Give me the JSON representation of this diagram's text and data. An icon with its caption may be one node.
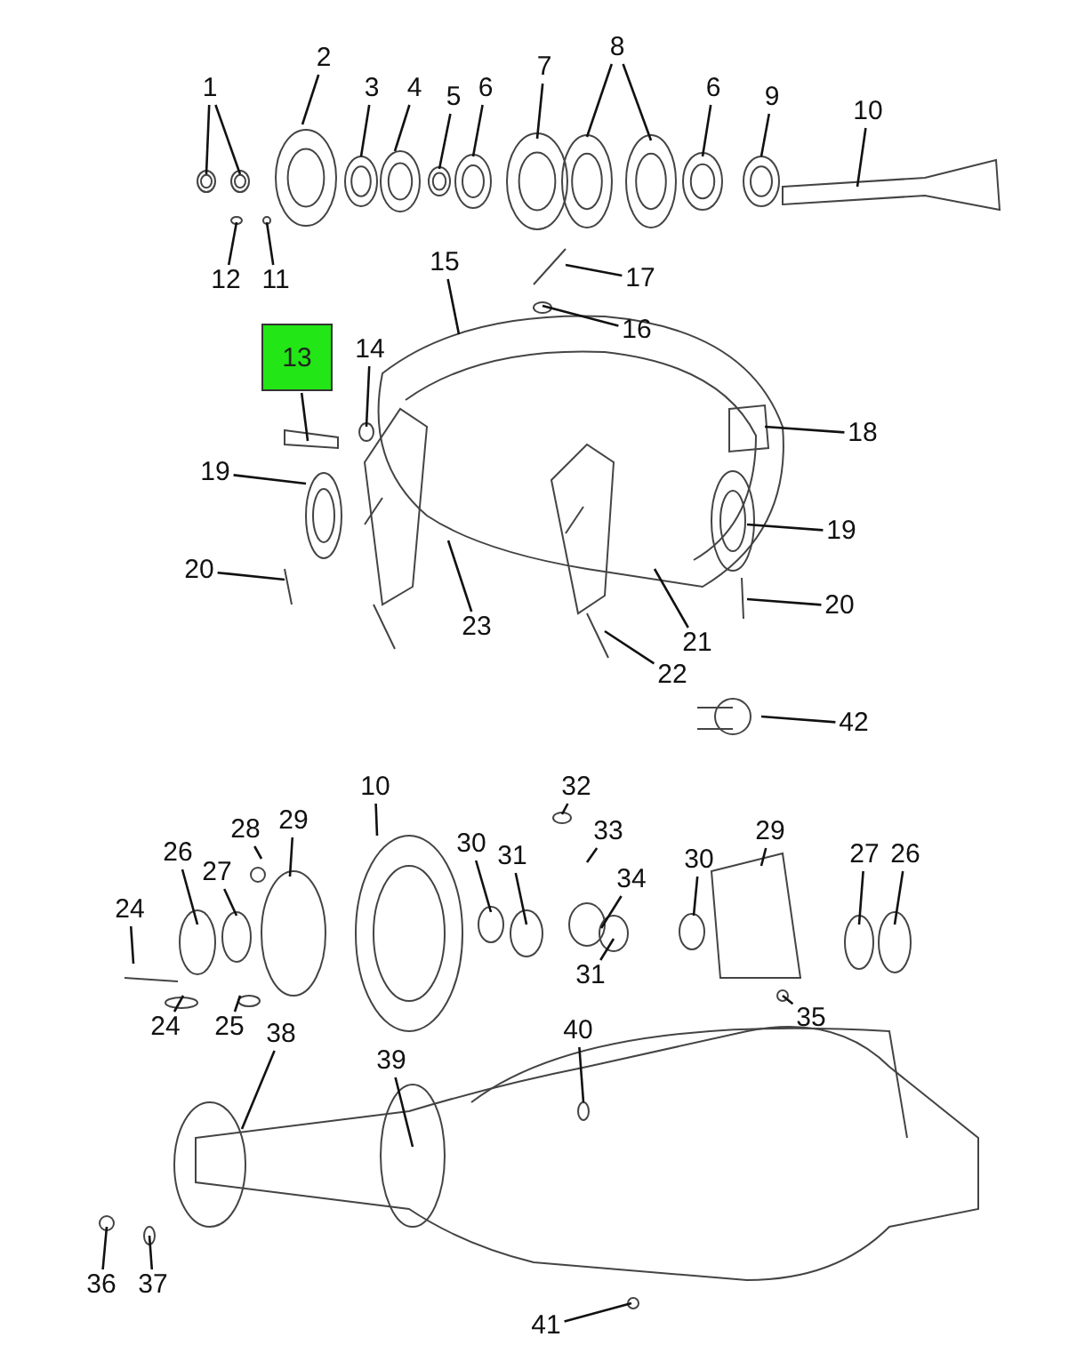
{
  "diagram": {
    "nodes": [
      {
        "text": [
          "1"
        ]
      },
      {
        "text": [
          "2"
        ]
      },
      {
        "text": [
          "3"
        ]
      },
      {
        "text": [
          "4"
        ]
      },
      {
        "text": [
          "5"
        ]
      },
      {
        "text": [
          "6"
        ]
      },
      {
        "text": [
          "7"
        ]
      },
      {
        "text": [
          "8"
        ]
      },
      {
        "text": [
          "6"
        ]
      },
      {
        "text": [
          "9"
        ]
      },
      {
        "text": [
          "10"
        ]
      },
      {
        "text": [
          "12"
        ]
      },
      {
        "text": [
          "11"
        ]
      },
      {
        "text": [
          "15"
        ]
      },
      {
        "text": [
          "17"
        ]
      },
      {
        "text": [
          "16"
        ]
      },
      {
        "text": [
          "13"
        ]
      },
      {
        "text": [
          "14"
        ]
      },
      {
        "text": [
          "18"
        ]
      },
      {
        "text": [
          "19"
        ]
      },
      {
        "text": [
          "19"
        ]
      },
      {
        "text": [
          "20"
        ]
      },
      {
        "text": [
          "23"
        ]
      },
      {
        "text": [
          "21"
        ]
      },
      {
        "text": [
          "20"
        ]
      },
      {
        "text": [
          "22"
        ]
      },
      {
        "text": [
          "42"
        ]
      },
      {
        "text": [
          "32"
        ]
      },
      {
        "text": [
          "10"
        ]
      },
      {
        "text": [
          "28"
        ]
      },
      {
        "text": [
          "29"
        ]
      },
      {
        "text": [
          "33"
        ]
      },
      {
        "text": [
          "26"
        ]
      },
      {
        "text": [
          "27"
        ]
      },
      {
        "text": [
          "30"
        ]
      },
      {
        "text": [
          "31"
        ]
      },
      {
        "text": [
          "34"
        ]
      },
      {
        "text": [
          "30"
        ]
      },
      {
        "text": [
          "29"
        ]
      },
      {
        "text": [
          "27"
        ]
      },
      {
        "text": [
          "26"
        ]
      },
      {
        "text": [
          "24"
        ]
      },
      {
        "text": [
          "24"
        ]
      },
      {
        "text": [
          "25"
        ]
      },
      {
        "text": [
          "31"
        ]
      },
      {
        "text": [
          "40"
        ]
      },
      {
        "text": [
          "35"
        ]
      },
      {
        "text": [
          "38"
        ]
      },
      {
        "text": [
          "39"
        ]
      },
      {
        "text": [
          "36"
        ]
      },
      {
        "text": [
          "37"
        ]
      },
      {
        "text": [
          "41"
        ]
      }
    ],
    "edges": [
      {
        "from": 0,
        "to": null,
        "arrow": "none"
      },
      {
        "from": 0,
        "to": null,
        "arrow": "none"
      },
      {
        "from": 1,
        "to": null,
        "arrow": "none"
      },
      {
        "from": 2,
        "to": null,
        "arrow": "none"
      },
      {
        "from": 3,
        "to": null,
        "arrow": "none"
      },
      {
        "from": 4,
        "to": null,
        "arrow": "none"
      },
      {
        "from": 5,
        "to": null,
        "arrow": "none"
      },
      {
        "from": 6,
        "to": null,
        "arrow": "none"
      },
      {
        "from": 7,
        "to": null,
        "arrow": "none"
      },
      {
        "from": 7,
        "to": null,
        "arrow": "none"
      },
      {
        "from": 8,
        "to": null,
        "arrow": "none"
      },
      {
        "from": 9,
        "to": null,
        "arrow": "none"
      },
      {
        "from": 10,
        "to": null,
        "arrow": "none"
      },
      {
        "from": 11,
        "to": null,
        "arrow": "none"
      },
      {
        "from": 12,
        "to": null,
        "arrow": "none"
      },
      {
        "from": 13,
        "to": null,
        "arrow": "none"
      },
      {
        "from": 14,
        "to": null,
        "arrow": "none"
      },
      {
        "from": 15,
        "to": null,
        "arrow": "none"
      },
      {
        "from": 16,
        "to": null,
        "arrow": "none"
      },
      {
        "from": 17,
        "to": null,
        "arrow": "none"
      },
      {
        "from": 18,
        "to": null,
        "arrow": "none"
      },
      {
        "from": 19,
        "to": null,
        "arrow": "none"
      },
      {
        "from": 20,
        "to": null,
        "arrow": "none"
      },
      {
        "from": 21,
        "to": null,
        "arrow": "none"
      },
      {
        "from": 22,
        "to": null,
        "arrow": "none"
      },
      {
        "from": 23,
        "to": null,
        "arrow": "none"
      },
      {
        "from": 24,
        "to": null,
        "arrow": "none"
      },
      {
        "from": 25,
        "to": null,
        "arrow": "none"
      },
      {
        "from": 26,
        "to": null,
        "arrow": "none"
      },
      {
        "from": 27,
        "to": null,
        "arrow": "none"
      },
      {
        "from": 28,
        "to": null,
        "arrow": "none"
      },
      {
        "from": 29,
        "to": null,
        "arrow": "none"
      },
      {
        "from": 30,
        "to": null,
        "arrow": "none"
      },
      {
        "from": 31,
        "to": null,
        "arrow": "none"
      },
      {
        "from": 32,
        "to": null,
        "arrow": "none"
      },
      {
        "from": 33,
        "to": null,
        "arrow": "none"
      },
      {
        "from": 34,
        "to": null,
        "arrow": "none"
      },
      {
        "from": 35,
        "to": null,
        "arrow": "none"
      },
      {
        "from": 36,
        "to": null,
        "arrow": "none"
      },
      {
        "from": 37,
        "to": null,
        "arrow": "none"
      },
      {
        "from": 38,
        "to": null,
        "arrow": "none"
      },
      {
        "from": 39,
        "to": null,
        "arrow": "none"
      },
      {
        "from": 40,
        "to": null,
        "arrow": "none"
      },
      {
        "from": 41,
        "to": null,
        "arrow": "none"
      },
      {
        "from": 42,
        "to": null,
        "arrow": "none"
      },
      {
        "from": 43,
        "to": null,
        "arrow": "none"
      },
      {
        "from": 44,
        "to": null,
        "arrow": "none"
      },
      {
        "from": 45,
        "to": null,
        "arrow": "none"
      },
      {
        "from": 46,
        "to": null,
        "arrow": "none"
      },
      {
        "from": 47,
        "to": null,
        "arrow": "none"
      },
      {
        "from": 48,
        "to": null,
        "arrow": "none"
      },
      {
        "from": 49,
        "to": null,
        "arrow": "none"
      },
      {
        "from": 50,
        "to": null,
        "arrow": "none"
      },
      {
        "from": 51,
        "to": null,
        "arrow": "none"
      }
    ]
  }
}
